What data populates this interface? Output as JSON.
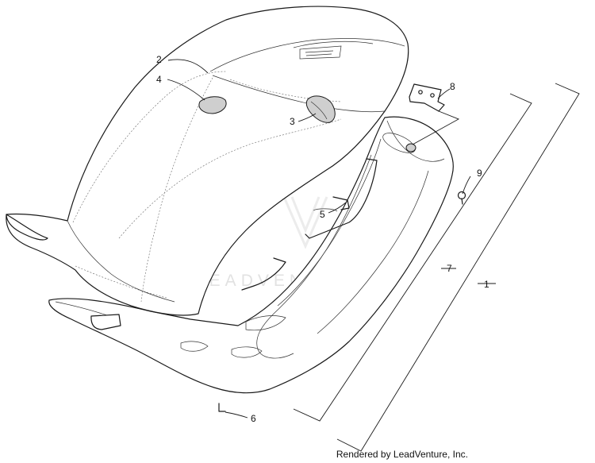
{
  "callouts": [
    {
      "id": "2",
      "label": "2"
    },
    {
      "id": "4",
      "label": "4"
    },
    {
      "id": "3",
      "label": "3"
    },
    {
      "id": "8",
      "label": "8"
    },
    {
      "id": "9",
      "label": "9"
    },
    {
      "id": "5",
      "label": "5"
    },
    {
      "id": "7",
      "label": "7"
    },
    {
      "id": "1",
      "label": "1"
    },
    {
      "id": "6",
      "label": "6"
    }
  ],
  "watermark": "LEADVENTURE",
  "footer": "Rendered by LeadVenture, Inc."
}
